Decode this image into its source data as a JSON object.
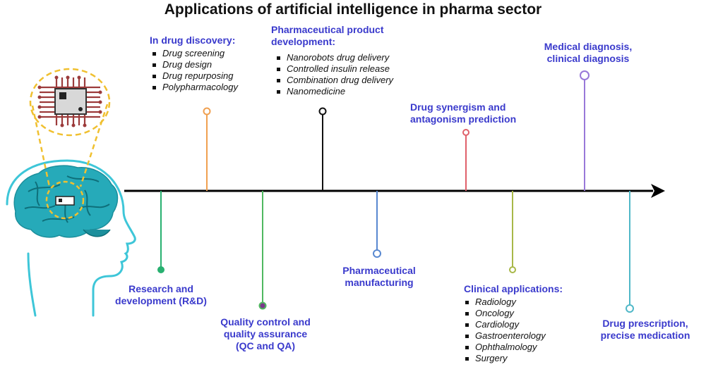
{
  "title": "Applications of artificial intelligence in pharma sector",
  "colors": {
    "heading": "#3a3acc",
    "axis": "#000000",
    "brain": "#3ec6d8",
    "brain_fill": "#26aab9",
    "chip": "#9c3b3b",
    "highlight": "#f0c030"
  },
  "items": {
    "drug_discovery": {
      "heading": "In drug discovery:",
      "bullets": [
        "Drug screening",
        "Drug design",
        "Drug repurposing",
        "Polypharmacology"
      ],
      "color": "#f0a050"
    },
    "product_development": {
      "heading_lines": [
        "Pharmaceutical product",
        "development:"
      ],
      "bullets": [
        "Nanorobots drug delivery",
        "Controlled insulin release",
        "Combination drug delivery",
        "Nanomedicine"
      ],
      "color": "#111111"
    },
    "synergism": {
      "heading_lines": [
        "Drug synergism and",
        "antagonism prediction"
      ],
      "color": "#e0606a"
    },
    "diagnosis": {
      "heading_lines": [
        "Medical diagnosis,",
        "clinical diagnosis"
      ],
      "color": "#9878d8"
    },
    "research": {
      "heading_lines": [
        "Research and",
        "development (R&D)"
      ],
      "color": "#28b070"
    },
    "quality": {
      "heading_lines": [
        "Quality control and",
        "quality assurance",
        "(QC and QA)"
      ],
      "color": "#50b860"
    },
    "manufacturing": {
      "heading_lines": [
        "Pharmaceutical",
        "manufacturing"
      ],
      "color": "#5888d0"
    },
    "clinical": {
      "heading": "Clinical applications:",
      "bullets": [
        "Radiology",
        "Oncology",
        "Cardiology",
        "Gastroenterology",
        "Ophthalmology",
        "Surgery"
      ],
      "color": "#a8b848"
    },
    "prescription": {
      "heading_lines": [
        "Drug prescription,",
        "precise medication"
      ],
      "color": "#50b8c8"
    }
  }
}
